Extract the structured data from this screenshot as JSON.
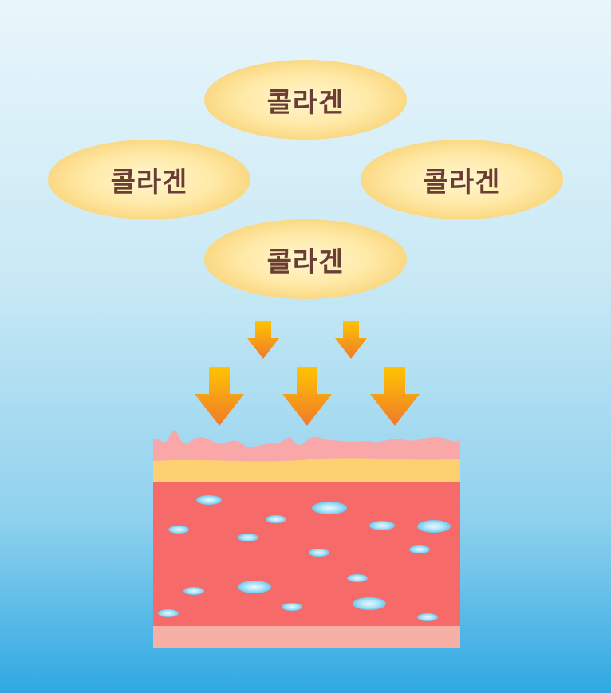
{
  "diagram": {
    "collagen_labels": [
      "콜라겐",
      "콜라겐",
      "콜라겐",
      "콜라겐"
    ],
    "colors": {
      "blob_center": "#fff6d0",
      "blob_edge": "#f5c65c",
      "label_text": "#6b3e35",
      "arrow_top": "#ffc400",
      "arrow_bottom": "#f07a2c",
      "epidermis": "#f9a7a8",
      "fat_layer": "#fdd070",
      "dermis": "#f66a6a",
      "base_layer": "#f8b0a6",
      "droplet": "#8fd6f5"
    },
    "icons": [
      "down-arrow-icon",
      "skin-cross-section-icon",
      "water-droplet-icon"
    ]
  }
}
